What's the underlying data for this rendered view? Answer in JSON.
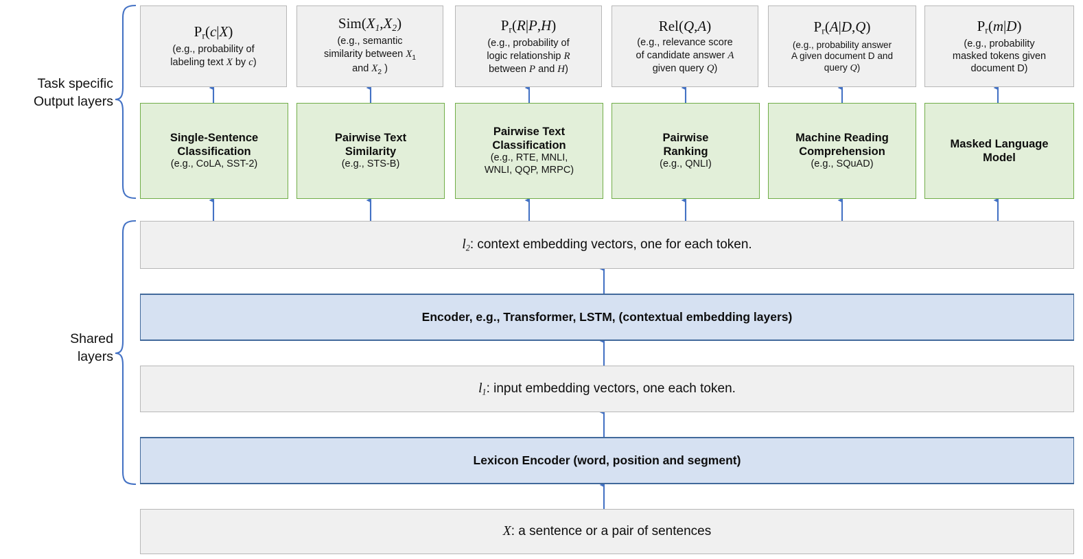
{
  "diagram": {
    "title": "Multi-task deep neural network architecture",
    "colors": {
      "arrow": "#4472C4",
      "bracket": "#4472C4",
      "green_fill": "#E2EFD9",
      "green_border": "#70AD47",
      "blue_fill": "#D6E1F2",
      "blue_border": "#41699B",
      "gray_fill": "#F0F0F0",
      "gray_border": "#B7B7B7"
    }
  },
  "side_labels": {
    "task_specific": "Task specific\nOutput layers",
    "task_specific_line1": "Task specific",
    "task_specific_line2": "Output layers",
    "shared": "Shared\nlayers",
    "shared_line1": "Shared",
    "shared_line2": "layers"
  },
  "output_layers": [
    {
      "formula": "Pr(c|X)",
      "formula_parts": {
        "fn": "P",
        "sub": "r",
        "args": "(c|X)"
      },
      "description": "(e.g., probability of labeling text X by c)",
      "desc_lines": [
        "(e.g., probability of",
        "labeling text X by c)"
      ]
    },
    {
      "formula": "Sim(X1,X2)",
      "formula_parts": {
        "fn": "Sim",
        "sub": "",
        "args": "(X1,X2)"
      },
      "description": "(e.g., semantic similarity between X1 and X2 )",
      "desc_lines": [
        "(e.g., semantic",
        "similarity between X1",
        "and X2 )"
      ]
    },
    {
      "formula": "Pr(R|P,H)",
      "formula_parts": {
        "fn": "P",
        "sub": "r",
        "args": "(R|P,H)"
      },
      "description": "(e.g., probability of logic relationship R between P and H)",
      "desc_lines": [
        "(e.g., probability of",
        "logic relationship R",
        "between P and H)"
      ]
    },
    {
      "formula": "Rel(Q,A)",
      "formula_parts": {
        "fn": "Rel",
        "sub": "",
        "args": "(Q,A)"
      },
      "description": "(e.g., relevance score of candidate answer A given query Q)",
      "desc_lines": [
        "(e.g., relevance score",
        "of candidate answer A",
        "given query Q)"
      ]
    },
    {
      "formula": "Pr(A|D,Q)",
      "formula_parts": {
        "fn": "P",
        "sub": "r",
        "args": "(A|D,Q)"
      },
      "description": "(e.g., probability answer A given document D and query Q)",
      "desc_lines": [
        "(e.g., probability answer",
        "A given document D and",
        "query Q)"
      ]
    },
    {
      "formula": "Pr(m|D)",
      "formula_parts": {
        "fn": "P",
        "sub": "r",
        "args": "(m|D)"
      },
      "description": "(e.g., probability masked tokens given document D)",
      "desc_lines": [
        "(e.g., probability",
        "masked tokens given",
        "document D)"
      ]
    }
  ],
  "task_layers": [
    {
      "title": "Single-Sentence Classification",
      "title_lines": [
        "Single-Sentence",
        "Classification"
      ],
      "examples": "(e.g., CoLA, SST-2)",
      "example_lines": [
        "(e.g., CoLA, SST-2)"
      ]
    },
    {
      "title": "Pairwise Text Similarity",
      "title_lines": [
        "Pairwise Text",
        "Similarity"
      ],
      "examples": "(e.g., STS-B)",
      "example_lines": [
        "(e.g., STS-B)"
      ]
    },
    {
      "title": "Pairwise Text Classification",
      "title_lines": [
        "Pairwise Text",
        "Classification"
      ],
      "examples": "(e.g., RTE, MNLI, WNLI, QQP, MRPC)",
      "example_lines": [
        "(e.g., RTE, MNLI,",
        "WNLI, QQP, MRPC)"
      ]
    },
    {
      "title": "Pairwise Ranking",
      "title_lines": [
        "Pairwise",
        "Ranking"
      ],
      "examples": "(e.g., QNLI)",
      "example_lines": [
        "(e.g., QNLI)"
      ]
    },
    {
      "title": "Machine Reading Comprehension",
      "title_lines": [
        "Machine Reading",
        "Comprehension"
      ],
      "examples": "(e.g., SQuAD)",
      "example_lines": [
        "(e.g., SQuAD)"
      ]
    },
    {
      "title": "Masked Language Model",
      "title_lines": [
        "Masked Language",
        "Model"
      ],
      "examples": "",
      "example_lines": []
    }
  ],
  "shared_layers": {
    "l2": {
      "label": "l2: context embedding vectors, one for each token.",
      "symbol": "l",
      "symbol_sub": "2",
      "text": ": context embedding vectors, one for each token."
    },
    "encoder": {
      "label": "Encoder, e.g., Transformer, LSTM, (contextual embedding layers)"
    },
    "l1": {
      "label": "l1: input embedding vectors, one each token.",
      "symbol": "l",
      "symbol_sub": "1",
      "text": ": input embedding vectors, one each token."
    },
    "lexicon_encoder": {
      "label": "Lexicon Encoder (word, position and segment)"
    }
  },
  "input_layer": {
    "label": "X: a sentence or a pair of sentences",
    "symbol": "X",
    "text": ": a sentence or a pair of sentences"
  }
}
